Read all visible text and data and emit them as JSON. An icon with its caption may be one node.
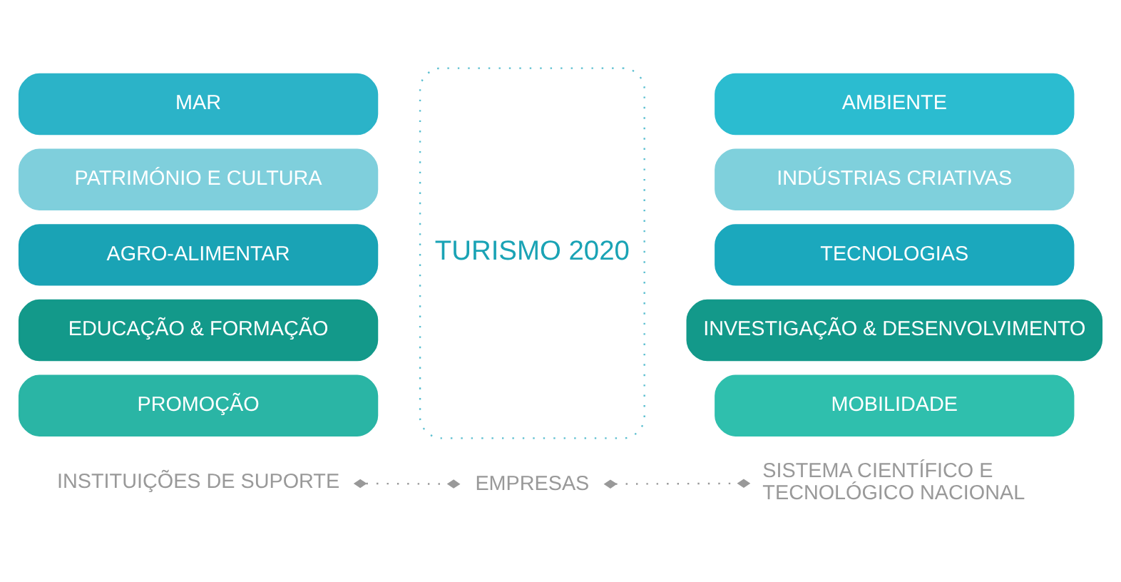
{
  "diagram": {
    "nodes": [
      {
        "text": [
          "MAR"
        ]
      },
      {
        "text": [
          "PATRIMÓNIO E CULTURA"
        ]
      },
      {
        "text": [
          "AGRO-ALIMENTAR"
        ]
      },
      {
        "text": [
          "EDUCAÇÃO & FORMAÇÃO"
        ]
      },
      {
        "text": [
          "PROMOÇÃO"
        ]
      },
      {
        "text": [
          "TURISMO 2020"
        ]
      },
      {
        "text": [
          "AMBIENTE"
        ]
      },
      {
        "text": [
          "INDÚSTRIAS CRIATIVAS"
        ]
      },
      {
        "text": [
          "TECNOLOGIAS"
        ]
      },
      {
        "text": [
          "INVESTIGAÇÃO & DESENVOLVIMENTO"
        ]
      },
      {
        "text": [
          "MOBILIDADE"
        ]
      },
      {
        "text": [
          "INSTITUIÇÕES DE SUPORTE"
        ]
      },
      {
        "text": [
          "EMPRESAS"
        ]
      },
      {
        "text": [
          "SISTEMA CIENTÍFICO E TECNOLÓGICO NACIONAL"
        ]
      }
    ],
    "edges": [
      {
        "from": 11,
        "to": 12,
        "arrow": "other",
        "style": "dashed"
      },
      {
        "from": 12,
        "to": 13,
        "arrow": "other",
        "style": "dashed"
      }
    ]
  }
}
